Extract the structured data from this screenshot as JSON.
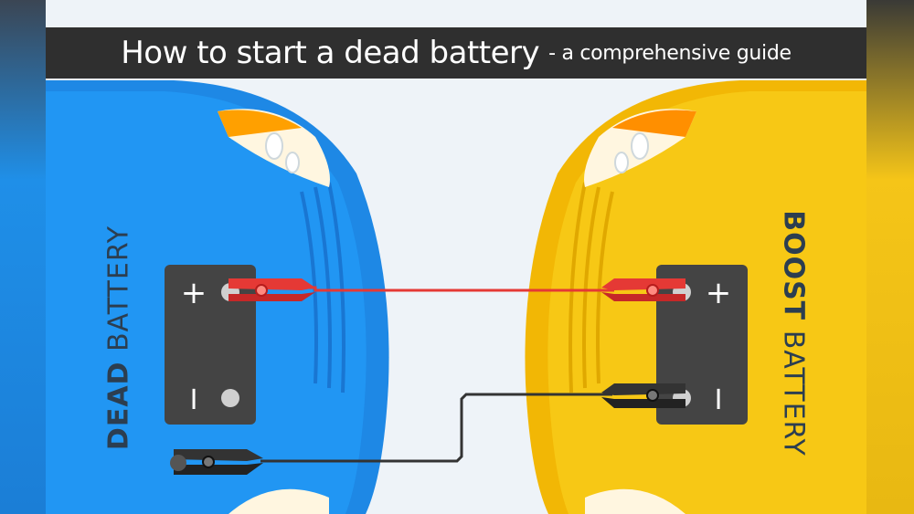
{
  "title": {
    "main": "How to start a dead battery",
    "sub": "- a comprehensive guide"
  },
  "labels": {
    "dead_strong": "DEAD",
    "dead_rest": " BATTERY",
    "boost_strong": "BOOST",
    "boost_rest": " BATTERY"
  },
  "terminals": {
    "dead_positive": "+",
    "dead_negative": "I",
    "boost_positive": "+",
    "boost_negative": "I"
  },
  "colors": {
    "dead_car": "#2196f3",
    "boost_car": "#f7c815",
    "positive_cable": "#e53935",
    "negative_cable": "#333333",
    "battery": "#444444"
  }
}
